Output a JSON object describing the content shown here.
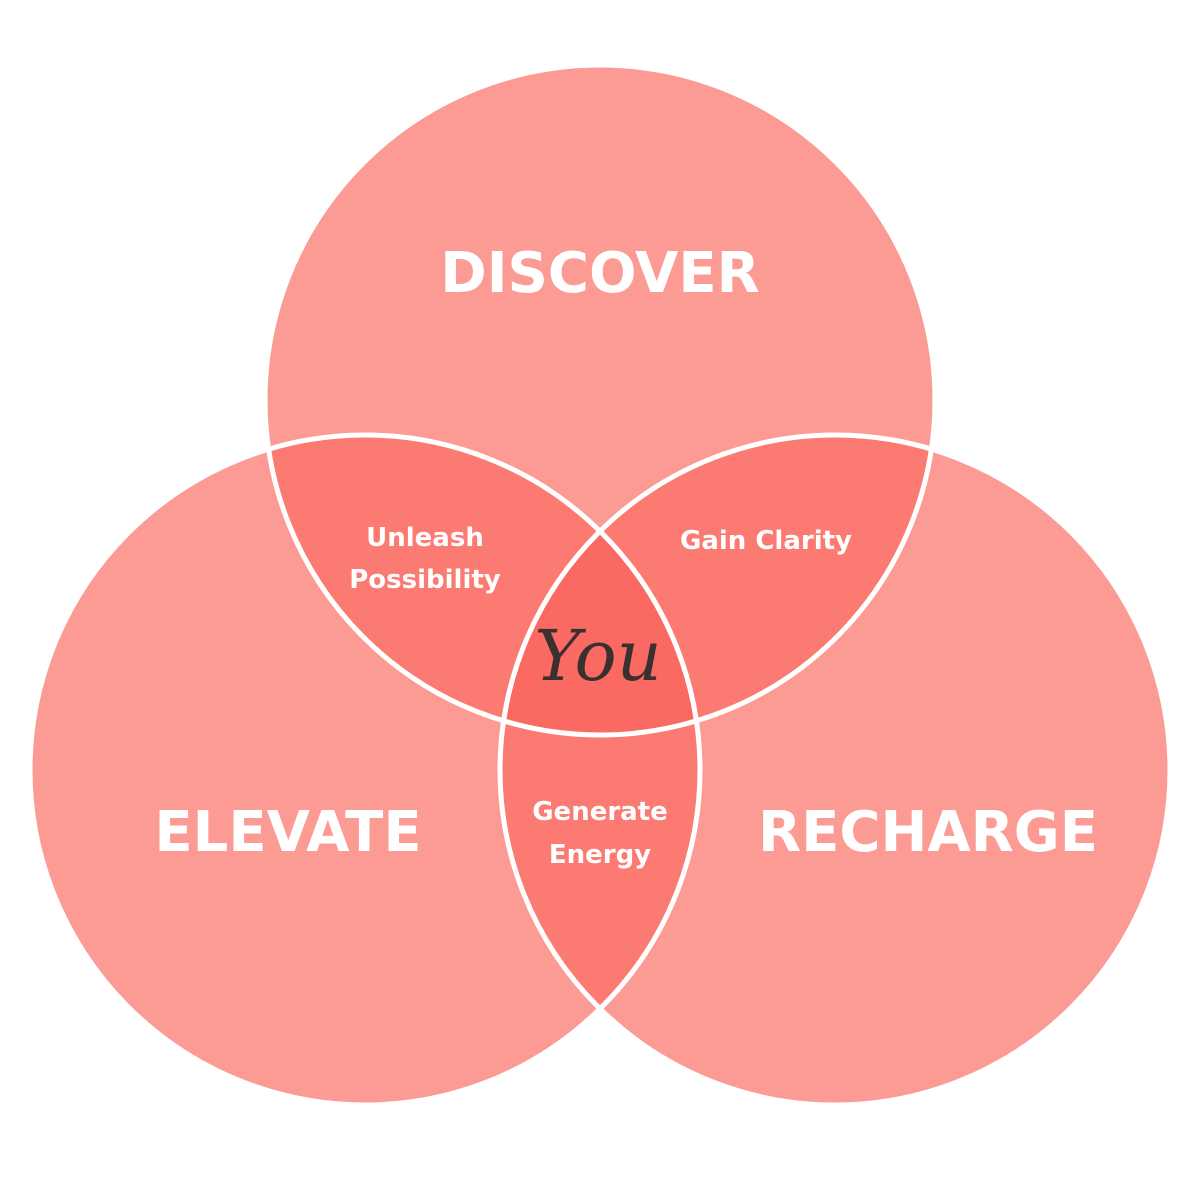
{
  "circles": {
    "top": "DISCOVER",
    "left": "ELEVATE",
    "right": "RECHARGE"
  },
  "overlaps": {
    "top_left": [
      "Unleash",
      "Possibility"
    ],
    "top_right": [
      "Gain Clarity"
    ],
    "left_right": [
      "Generate",
      "Energy"
    ]
  },
  "center": "You",
  "colors": {
    "single": "#fc9a94",
    "double": "#fb7a72",
    "triple": "#fa6a63",
    "stroke": "#ffffff"
  }
}
